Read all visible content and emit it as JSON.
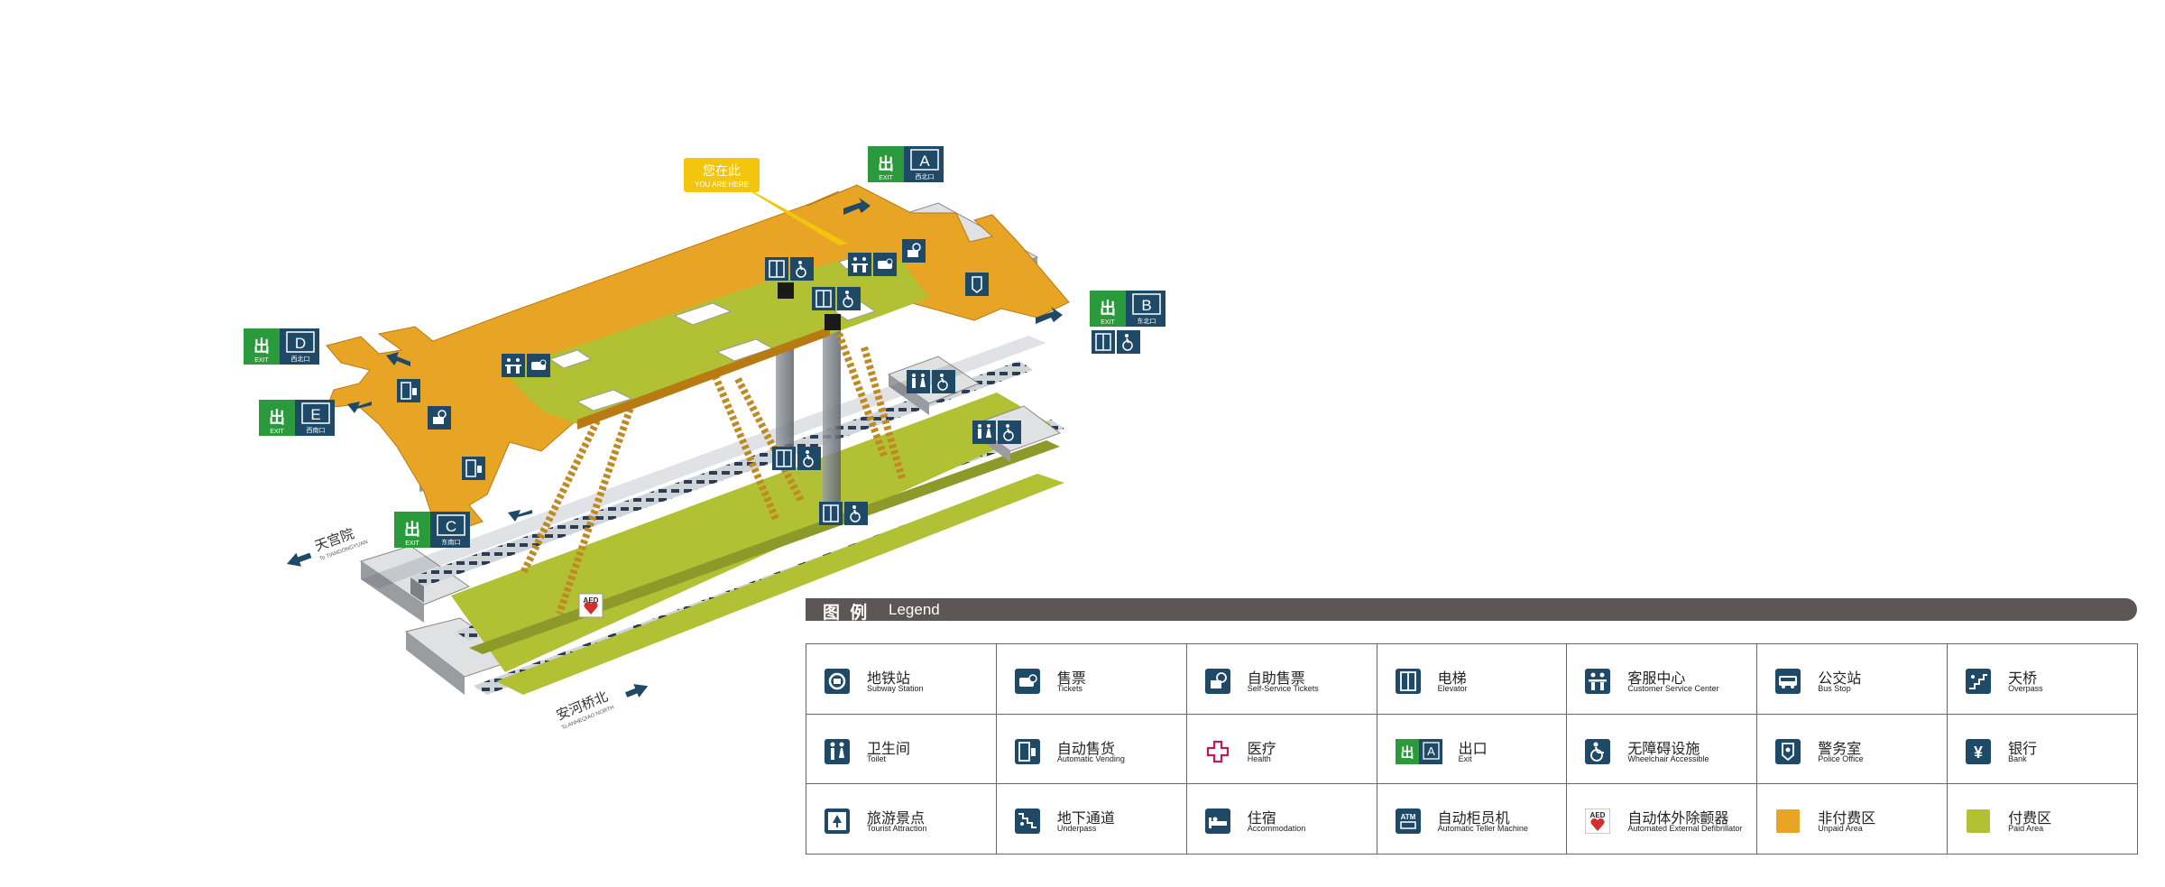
{
  "you_are_here": {
    "zh": "您在此",
    "en": "YOU ARE HERE"
  },
  "exits": [
    {
      "letter": "A",
      "zh": "西北口"
    },
    {
      "letter": "B",
      "zh": "东北口"
    },
    {
      "letter": "C",
      "zh": "东南口"
    },
    {
      "letter": "D",
      "zh": "西北口"
    },
    {
      "letter": "E",
      "zh": "西南口"
    }
  ],
  "exit_label": "EXIT",
  "exit_glyph": "出",
  "directions": [
    {
      "zh": "天宫院",
      "en": "To TIANGONGYUAN"
    },
    {
      "zh": "安河桥北",
      "en": "To ANHEQIAO NORTH"
    }
  ],
  "aed_label": "AED",
  "legend": {
    "title_zh": "图 例",
    "title_en": "Legend",
    "items": [
      {
        "zh": "地铁站",
        "en": "Subway Station",
        "icon": "subway-icon"
      },
      {
        "zh": "售票",
        "en": "Tickets",
        "icon": "tickets-icon"
      },
      {
        "zh": "自助售票",
        "en": "Self-Service Tickets",
        "icon": "self-service-tickets-icon"
      },
      {
        "zh": "电梯",
        "en": "Elevator",
        "icon": "elevator-icon"
      },
      {
        "zh": "客服中心",
        "en": "Customer Service Center",
        "icon": "customer-service-icon"
      },
      {
        "zh": "公交站",
        "en": "Bus Stop",
        "icon": "bus-icon"
      },
      {
        "zh": "天桥",
        "en": "Overpass",
        "icon": "overpass-icon"
      },
      {
        "zh": "卫生间",
        "en": "Toilet",
        "icon": "toilet-icon"
      },
      {
        "zh": "自动售货",
        "en": "Automatic Vending",
        "icon": "vending-icon"
      },
      {
        "zh": "医疗",
        "en": "Health",
        "icon": "health-icon"
      },
      {
        "zh": "出口",
        "en": "Exit",
        "icon": "exit-icon"
      },
      {
        "zh": "无障碍设施",
        "en": "Wheelchair Accessible",
        "icon": "wheelchair-icon"
      },
      {
        "zh": "警务室",
        "en": "Police Office",
        "icon": "police-icon"
      },
      {
        "zh": "银行",
        "en": "Bank",
        "icon": "bank-icon"
      },
      {
        "zh": "旅游景点",
        "en": "Tourist Attraction",
        "icon": "tourist-icon"
      },
      {
        "zh": "地下通道",
        "en": "Underpass",
        "icon": "underpass-icon"
      },
      {
        "zh": "住宿",
        "en": "Accommodation",
        "icon": "accommodation-icon"
      },
      {
        "zh": "自动柜员机",
        "en": "Automatic Teller Machine",
        "icon": "atm-icon"
      },
      {
        "zh": "自动体外除颤器",
        "en": "Automated External Defibrillator",
        "icon": "aed-icon"
      },
      {
        "zh": "非付费区",
        "en": "Unpaid Area",
        "icon": "unpaid-area-swatch"
      },
      {
        "zh": "付费区",
        "en": "Paid Area",
        "icon": "paid-area-swatch"
      }
    ]
  },
  "colors": {
    "unpaid": "#e8a424",
    "paid": "#b2c033",
    "icon_blue": "#1e4a68",
    "exit_green": "#2a9a3c",
    "legend_bar": "#5c5656",
    "you_are_here": "#f3c50d"
  }
}
